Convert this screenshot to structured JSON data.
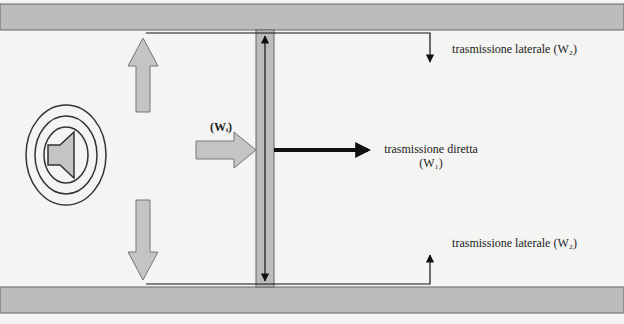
{
  "diagram": {
    "labels": [
      "(Wᵢ)",
      "trasmissione laterale (W₂)",
      "trasmissione diretta (W₁)",
      "trasmissione laterale (W₂)"
    ]
  }
}
